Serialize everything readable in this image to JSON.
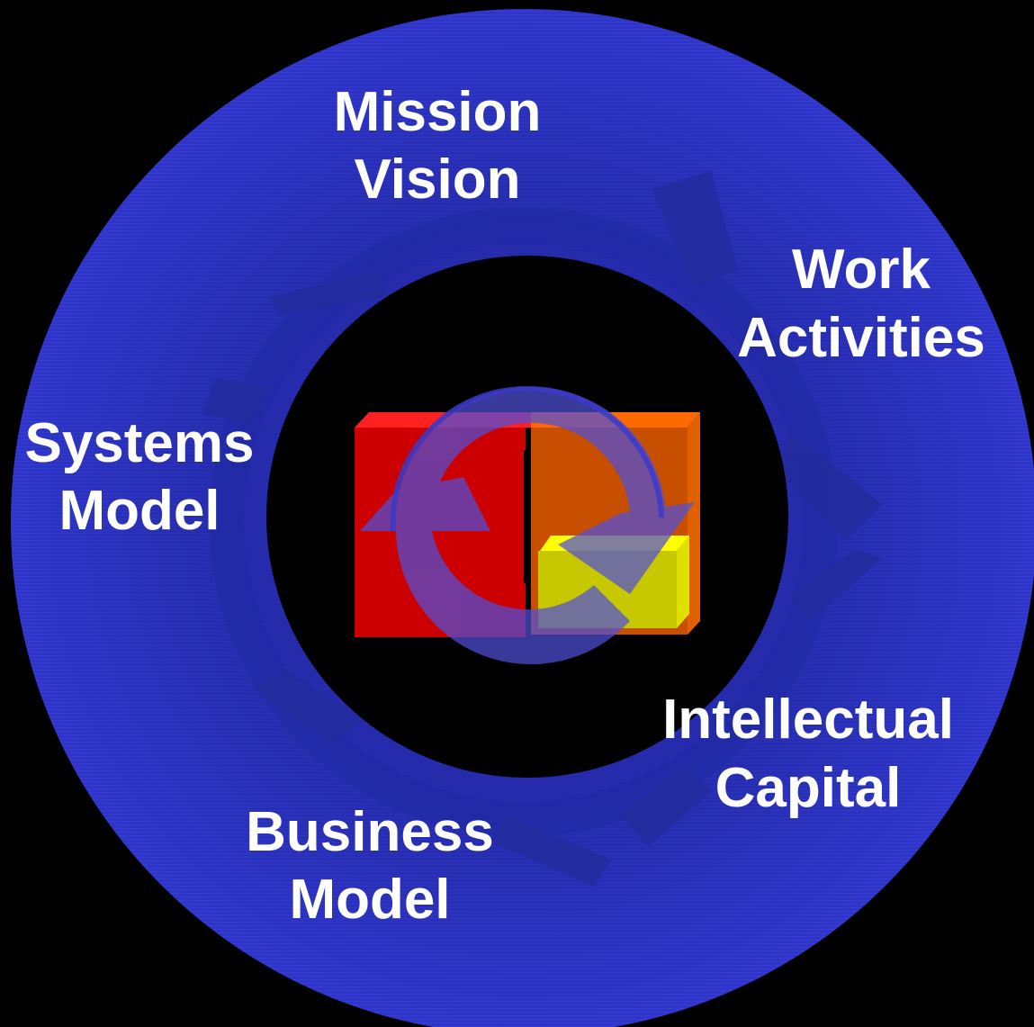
{
  "labels": {
    "mission_vision": [
      "Mission",
      "Vision"
    ],
    "work_activities": [
      "Work",
      "Activities"
    ],
    "intellectual_capital": [
      "Intellectual",
      "Capital"
    ],
    "business_model": [
      "Business",
      "Model"
    ],
    "systems_model": [
      "Systems",
      "Model"
    ]
  },
  "colors": {
    "background": "#000000",
    "ring": "#2E35C8",
    "ring_dark": "#1F2590",
    "text": "#FFFFFF",
    "block_red": "#CC0000",
    "block_orange": "#C84E00",
    "block_yellow": "#C8C800",
    "arrow_overlay": "#4A4ACF"
  },
  "icons": {
    "center": "refresh-cycle-icon"
  }
}
